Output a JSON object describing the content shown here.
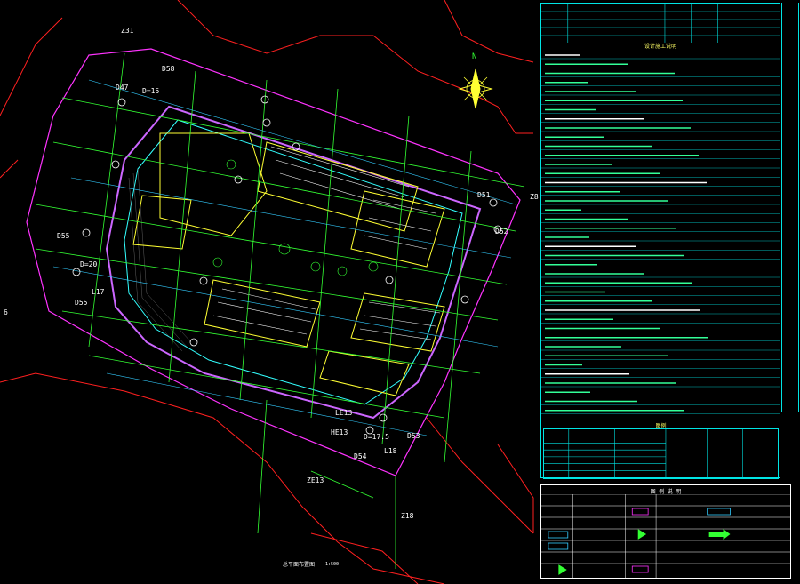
{
  "drawing": {
    "north_label": "N",
    "grid_labels": [
      "Z31",
      "D58",
      "D47",
      "D=15",
      "D55",
      "D=20",
      "L17",
      "D55",
      "D51",
      "Z8",
      "D52",
      "LE13",
      "HE13",
      "D=17.5",
      "D53",
      "D54",
      "L18",
      "ZE13",
      "Z18",
      "6"
    ],
    "site_plan_caption": "总平面布置图",
    "scale_note": "1:500"
  },
  "notes_panel": {
    "title": "设计施工说明",
    "line_count": 40
  },
  "dimension_table": {
    "title": "图例"
  },
  "legend": {
    "title": "图 例 说 明"
  },
  "colors": {
    "background": "#000000",
    "frame": "#00e5e5",
    "green": "#33ff33",
    "magenta": "#ff33ff",
    "red": "#ff2020",
    "yellow": "#ffff33",
    "cyan": "#33ffff",
    "white": "#ffffff"
  }
}
